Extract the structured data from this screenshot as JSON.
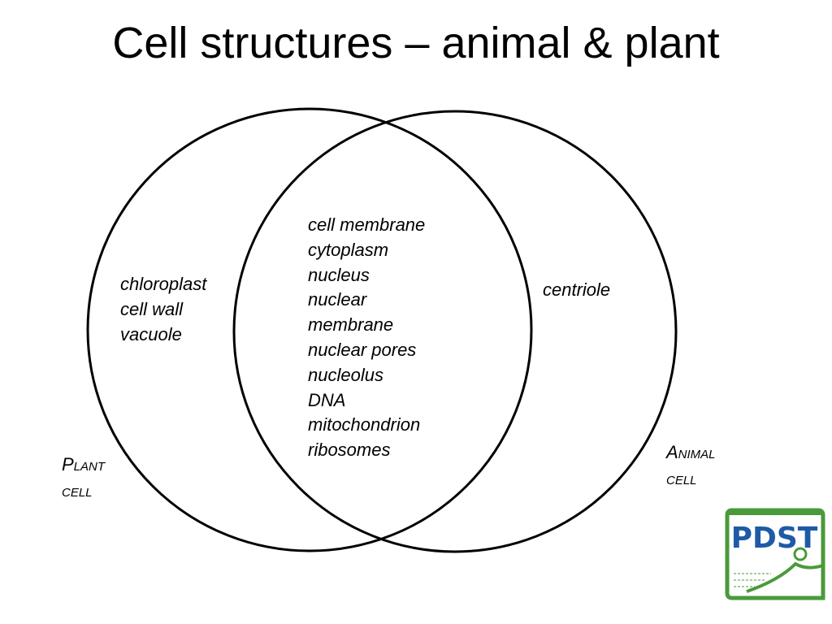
{
  "title": "Cell structures – animal & plant",
  "sets": {
    "plant": {
      "label_line1": "Plant",
      "label_line2": "cell",
      "items": [
        "chloroplast",
        "cell wall",
        "vacuole"
      ]
    },
    "shared": {
      "items": [
        "cell membrane",
        "cytoplasm",
        "nucleus",
        "nuclear",
        "membrane",
        "nuclear pores",
        "nucleolus",
        "DNA",
        "mitochondrion",
        "ribosomes"
      ]
    },
    "animal": {
      "label_line1": "Animal",
      "label_line2": "cell",
      "items": [
        "centriole"
      ]
    }
  },
  "logo": {
    "text": "PDST",
    "colors": {
      "text": "#1f5aa6",
      "frame": "#4a9a3a"
    }
  }
}
